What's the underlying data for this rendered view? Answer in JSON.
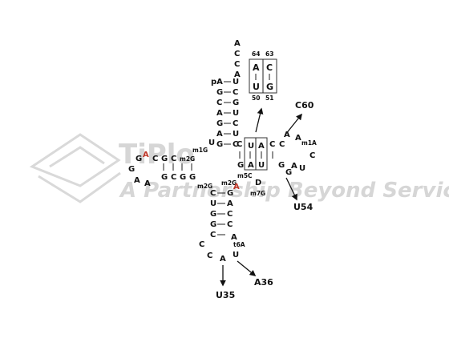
{
  "watermark": {
    "brand": "TiPlo",
    "tagline": "A Partnership Beyond Services"
  },
  "acceptor_stem": {
    "tail": [
      "A",
      "C",
      "C",
      "A"
    ],
    "pairs": [
      {
        "l": "pA",
        "r": "U"
      },
      {
        "l": "G",
        "r": "C"
      },
      {
        "l": "C",
        "r": "G"
      },
      {
        "l": "A",
        "r": "U"
      },
      {
        "l": "G",
        "r": "C"
      },
      {
        "l": "A",
        "r": "U"
      },
      {
        "l": "G",
        "r": "C"
      }
    ]
  },
  "d_arm": {
    "loop": [
      "G",
      "G",
      "A",
      "A"
    ],
    "top": [
      "A",
      "C",
      "G",
      "C",
      "m2G"
    ],
    "bottom": [
      "G",
      "C",
      "G",
      "G"
    ],
    "m1G": "m1G",
    "U": "U",
    "m2G_lower": "m2G"
  },
  "tertiary_box": {
    "top": [
      "U",
      "A"
    ],
    "bottom": [
      "A",
      "U"
    ],
    "left": "C",
    "right": "C",
    "left_low": "G",
    "right_low": "G"
  },
  "t_arm": {
    "loop": [
      "C",
      "A",
      "A",
      "m1A",
      "C",
      "U",
      "A",
      "G"
    ],
    "m5C": "m5C",
    "D": "D",
    "m7G": "m7G"
  },
  "anticodon_arm": {
    "pairs": [
      {
        "l": "C",
        "r": "G"
      },
      {
        "l": "U",
        "r": "A"
      },
      {
        "l": "G",
        "r": "C"
      },
      {
        "l": "G",
        "r": "C"
      },
      {
        "l": "C",
        "r": "A"
      }
    ],
    "loop": [
      "C",
      "C",
      "A",
      "U"
    ],
    "t6A": "t6A",
    "m2G_top": "m2G",
    "A_red": "A"
  },
  "inset": {
    "top_numbers": [
      "64",
      "63"
    ],
    "top_letters": [
      "A",
      "C"
    ],
    "bottom_letters": [
      "U",
      "G"
    ],
    "bottom_numbers": [
      "50",
      "51"
    ]
  },
  "callouts": {
    "c60": "C60",
    "u54": "U54",
    "a36": "A36",
    "u35": "U35"
  }
}
